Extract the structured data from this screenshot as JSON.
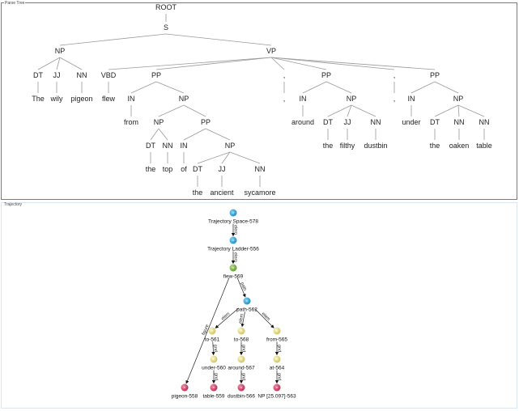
{
  "panels": {
    "parse_tree": {
      "title": "Parse Tree"
    },
    "trajectory": {
      "title": "Trajectory"
    }
  },
  "parse_tree": {
    "nodes": [
      {
        "id": "root",
        "label": "ROOT",
        "parent": null
      },
      {
        "id": "s",
        "label": "S",
        "parent": "root"
      },
      {
        "id": "np1",
        "label": "NP",
        "parent": "s"
      },
      {
        "id": "vp",
        "label": "VP",
        "parent": "s"
      },
      {
        "id": "dt1",
        "label": "DT",
        "parent": "np1"
      },
      {
        "id": "jj1",
        "label": "JJ",
        "parent": "np1"
      },
      {
        "id": "nn1",
        "label": "NN",
        "parent": "np1"
      },
      {
        "id": "w_the1",
        "label": "The",
        "parent": "dt1"
      },
      {
        "id": "w_wily",
        "label": "wily",
        "parent": "jj1"
      },
      {
        "id": "w_pigeon",
        "label": "pigeon",
        "parent": "nn1"
      },
      {
        "id": "vbd",
        "label": "VBD",
        "parent": "vp"
      },
      {
        "id": "w_flew",
        "label": "flew",
        "parent": "vbd"
      },
      {
        "id": "pp1",
        "label": "PP",
        "parent": "vp"
      },
      {
        "id": "in1",
        "label": "IN",
        "parent": "pp1"
      },
      {
        "id": "w_from",
        "label": "from",
        "parent": "in1"
      },
      {
        "id": "np2",
        "label": "NP",
        "parent": "pp1"
      },
      {
        "id": "np3",
        "label": "NP",
        "parent": "np2"
      },
      {
        "id": "dt2",
        "label": "DT",
        "parent": "np3"
      },
      {
        "id": "nn2",
        "label": "NN",
        "parent": "np3"
      },
      {
        "id": "w_the2",
        "label": "the",
        "parent": "dt2"
      },
      {
        "id": "w_top",
        "label": "top",
        "parent": "nn2"
      },
      {
        "id": "pp2",
        "label": "PP",
        "parent": "np2"
      },
      {
        "id": "in2",
        "label": "IN",
        "parent": "pp2"
      },
      {
        "id": "w_of",
        "label": "of",
        "parent": "in2"
      },
      {
        "id": "np4",
        "label": "NP",
        "parent": "pp2"
      },
      {
        "id": "dt3",
        "label": "DT",
        "parent": "np4"
      },
      {
        "id": "jj2",
        "label": "JJ",
        "parent": "np4"
      },
      {
        "id": "nn3",
        "label": "NN",
        "parent": "np4"
      },
      {
        "id": "w_the3",
        "label": "the",
        "parent": "dt3"
      },
      {
        "id": "w_ancient",
        "label": "ancient",
        "parent": "jj2"
      },
      {
        "id": "w_sycamore",
        "label": "sycamore",
        "parent": "nn3"
      },
      {
        "id": "comma1",
        "label": ",",
        "parent": "vp"
      },
      {
        "id": "w_comma1",
        "label": ",",
        "parent": "comma1"
      },
      {
        "id": "pp3",
        "label": "PP",
        "parent": "vp"
      },
      {
        "id": "in3",
        "label": "IN",
        "parent": "pp3"
      },
      {
        "id": "w_around",
        "label": "around",
        "parent": "in3"
      },
      {
        "id": "np5",
        "label": "NP",
        "parent": "pp3"
      },
      {
        "id": "dt4",
        "label": "DT",
        "parent": "np5"
      },
      {
        "id": "jj3",
        "label": "JJ",
        "parent": "np5"
      },
      {
        "id": "nn4",
        "label": "NN",
        "parent": "np5"
      },
      {
        "id": "w_the4",
        "label": "the",
        "parent": "dt4"
      },
      {
        "id": "w_filthy",
        "label": "filthy",
        "parent": "jj3"
      },
      {
        "id": "w_dustbin",
        "label": "dustbin",
        "parent": "nn4"
      },
      {
        "id": "comma2",
        "label": ",",
        "parent": "vp"
      },
      {
        "id": "w_comma2",
        "label": ",",
        "parent": "comma2"
      },
      {
        "id": "pp4",
        "label": "PP",
        "parent": "vp"
      },
      {
        "id": "in4",
        "label": "IN",
        "parent": "pp4"
      },
      {
        "id": "w_under",
        "label": "under",
        "parent": "in4"
      },
      {
        "id": "np6",
        "label": "NP",
        "parent": "pp4"
      },
      {
        "id": "dt5",
        "label": "DT",
        "parent": "np6"
      },
      {
        "id": "nn5",
        "label": "NN",
        "parent": "np6"
      },
      {
        "id": "nn6",
        "label": "NN",
        "parent": "np6"
      },
      {
        "id": "w_the5",
        "label": "the",
        "parent": "dt5"
      },
      {
        "id": "w_oaken",
        "label": "oaken",
        "parent": "nn5"
      },
      {
        "id": "w_table",
        "label": "table",
        "parent": "nn6"
      }
    ]
  },
  "trajectory": {
    "node_colors": {
      "blue": "#1f8fc4",
      "green": "#6aa23a",
      "yellow": "#d8cf74",
      "red": "#c8325a"
    },
    "nodes": [
      {
        "id": "ts",
        "label": "Trajectory Space-578",
        "color": "blue"
      },
      {
        "id": "tl",
        "label": "Trajectory Ladder-556",
        "color": "blue"
      },
      {
        "id": "flew",
        "label": "flew-569",
        "color": "green"
      },
      {
        "id": "path",
        "label": "path-562",
        "color": "blue"
      },
      {
        "id": "to561",
        "label": "to-561",
        "color": "yellow"
      },
      {
        "id": "to568",
        "label": "to-568",
        "color": "yellow"
      },
      {
        "id": "from565",
        "label": "from-565",
        "color": "yellow"
      },
      {
        "id": "under560",
        "label": "under-560",
        "color": "yellow"
      },
      {
        "id": "around567",
        "label": "around-567",
        "color": "yellow"
      },
      {
        "id": "at564",
        "label": "at-564",
        "color": "yellow"
      },
      {
        "id": "pigeon558",
        "label": "pigeon-558",
        "color": "red"
      },
      {
        "id": "table559",
        "label": "table-559",
        "color": "red"
      },
      {
        "id": "dustbin566",
        "label": "dustbin-566",
        "color": "red"
      },
      {
        "id": "np563",
        "label": "NP [25.097]-563",
        "color": "red"
      }
    ],
    "edges": [
      {
        "from": "ts",
        "to": "tl",
        "label": "elem"
      },
      {
        "from": "tl",
        "to": "flew",
        "label": "elem"
      },
      {
        "from": "flew",
        "to": "path",
        "label": "path"
      },
      {
        "from": "flew",
        "to": "pigeon558",
        "label": "figure"
      },
      {
        "from": "path",
        "to": "to561",
        "label": "elem"
      },
      {
        "from": "path",
        "to": "to568",
        "label": "elem"
      },
      {
        "from": "path",
        "to": "from565",
        "label": "elem"
      },
      {
        "from": "to561",
        "to": "under560",
        "label": "gnd"
      },
      {
        "from": "to568",
        "to": "around567",
        "label": "gnd"
      },
      {
        "from": "from565",
        "to": "at564",
        "label": "gnd"
      },
      {
        "from": "under560",
        "to": "table559",
        "label": "gnd"
      },
      {
        "from": "around567",
        "to": "dustbin566",
        "label": "gnd"
      },
      {
        "from": "at564",
        "to": "np563",
        "label": "gnd"
      }
    ]
  }
}
